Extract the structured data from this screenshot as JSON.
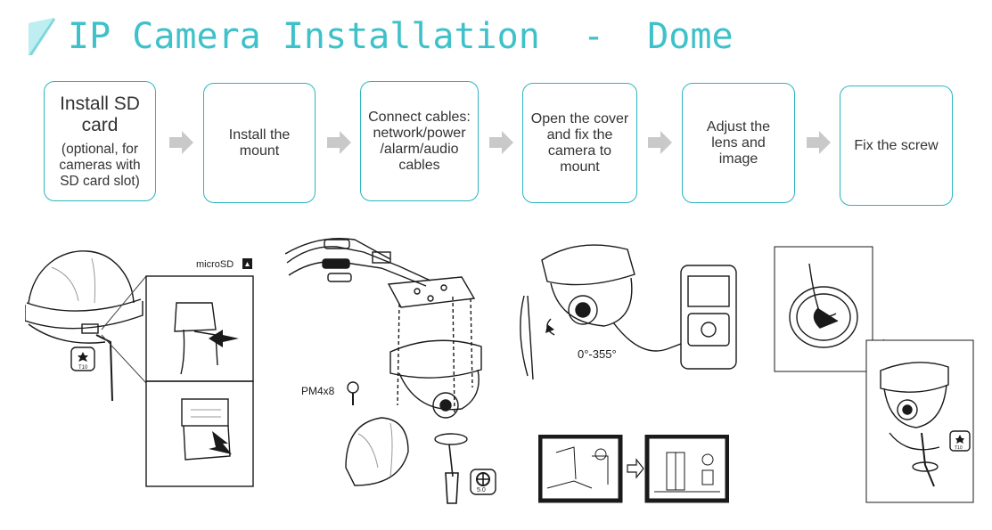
{
  "title": "IP Camera Installation  -  Dome",
  "colors": {
    "accent": "#2bb5bf",
    "title": "#3fc1c9",
    "arrow": "#c9c9c9",
    "line": "#1a1a1a"
  },
  "steps": [
    {
      "title": "Install SD card",
      "note": "(optional, for cameras with SD card slot)"
    },
    {
      "title": "Install the mount"
    },
    {
      "title": "Connect cables: network/power /alarm/audio cables"
    },
    {
      "title": "Open the cover and fix the camera to mount"
    },
    {
      "title": "Adjust the lens and image"
    },
    {
      "title": "Fix the screw"
    }
  ],
  "labels": {
    "microsd": "microSD",
    "torx_small": "T10",
    "screw_spec": "PM4x8",
    "hex_size": "5.0",
    "rotation": "0°-355°",
    "torx_right": "T10"
  }
}
